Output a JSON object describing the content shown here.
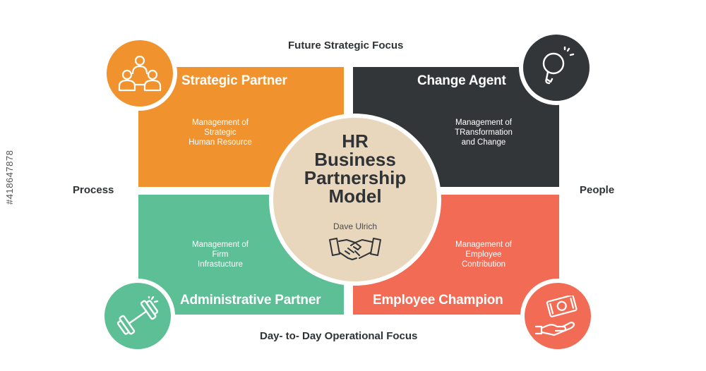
{
  "axes": {
    "top": "Future Strategic Focus",
    "bottom": "Day- to- Day Operational Focus",
    "left": "Process",
    "right": "People"
  },
  "center": {
    "title_lines": [
      "HR",
      "Business",
      "Partnership",
      "Model"
    ],
    "author": "Dave Ulrich",
    "icon": "handshake-icon",
    "color": "#e8d7bd"
  },
  "quadrants": {
    "strategic_partner": {
      "title": "Strategic Partner",
      "desc_lines": [
        "Management of",
        "Strategic",
        "Human Resource"
      ],
      "icon": "team-icon",
      "color": "#f0922e"
    },
    "change_agent": {
      "title": "Change Agent",
      "desc_lines": [
        "Management of",
        "TRansformation",
        "and Change"
      ],
      "icon": "lightbulb-icon",
      "color": "#333638"
    },
    "administrative_partner": {
      "title": "Administrative Partner",
      "desc_lines": [
        "Management of",
        "Firm",
        "Infrastucture"
      ],
      "icon": "dumbbell-icon",
      "color": "#5cbf96"
    },
    "employee_champion": {
      "title": "Employee Champion",
      "desc_lines": [
        "Management of",
        "Employee",
        "Contribution"
      ],
      "icon": "money-hand-icon",
      "color": "#f26b55"
    }
  },
  "watermark": "#418647878"
}
